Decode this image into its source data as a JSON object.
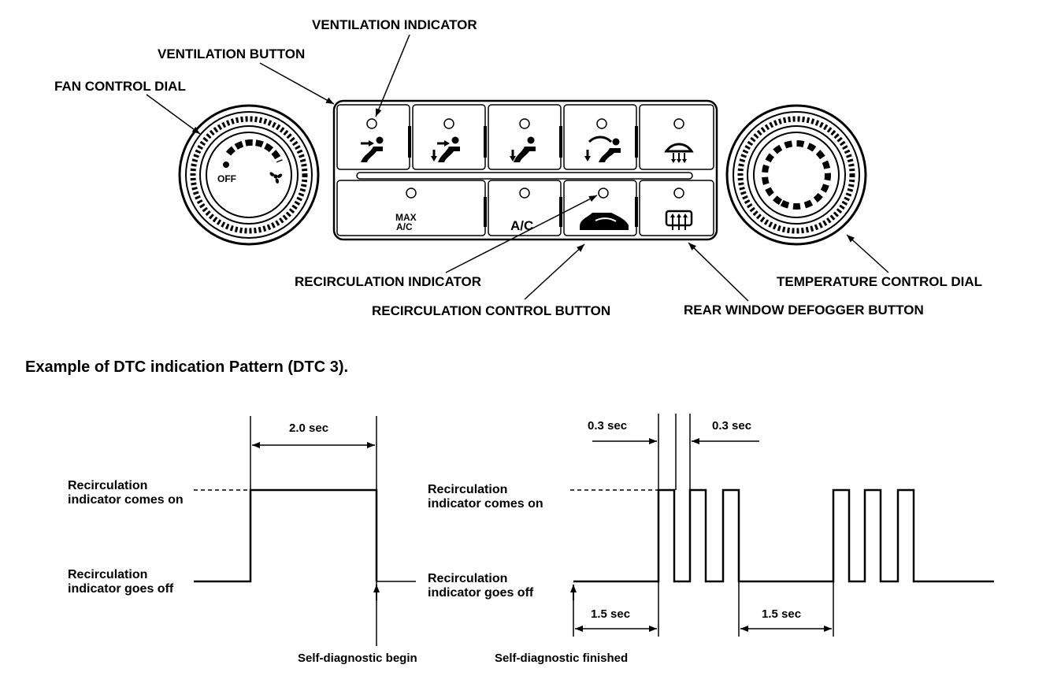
{
  "panel_labels": {
    "ventilation_indicator": "VENTILATION INDICATOR",
    "ventilation_button": "VENTILATION BUTTON",
    "fan_control_dial": "FAN CONTROL DIAL",
    "recirculation_indicator": "RECIRCULATION INDICATOR",
    "recirculation_control_button": "RECIRCULATION CONTROL BUTTON",
    "rear_window_defogger_button": "REAR WINDOW DEFOGGER BUTTON",
    "temperature_control_dial": "TEMPERATURE CONTROL DIAL"
  },
  "dial_text": {
    "off": "OFF"
  },
  "button_text": {
    "max": "MAX",
    "ac_small": "A/C",
    "ac": "A/C"
  },
  "heading": "Example of DTC indication Pattern (DTC 3).",
  "timing": {
    "left": {
      "interval": "2.0 sec",
      "on_label": "Recirculation\nindicator comes on",
      "off_label": "Recirculation\nindicator goes off",
      "event": "Self-diagnostic begin"
    },
    "right": {
      "pulse_interval_left": "0.3 sec",
      "pulse_interval_right": "0.3 sec",
      "on_label": "Recirculation\nindicator comes on",
      "off_label": "Recirculation\nindicator goes off",
      "pause_left": "1.5 sec",
      "pause_right": "1.5 sec",
      "event": "Self-diagnostic finished"
    }
  }
}
